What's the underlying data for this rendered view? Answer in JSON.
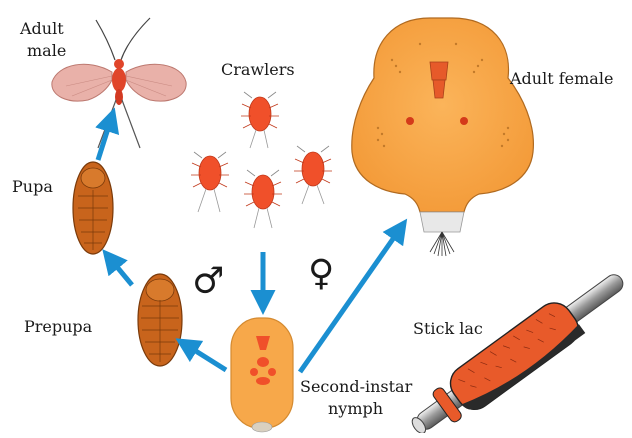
{
  "labels": {
    "adult_male_line1": "Adult",
    "adult_male_line2": "male",
    "crawlers": "Crawlers",
    "adult_female": "Adult female",
    "pupa": "Pupa",
    "prepupa": "Prepupa",
    "second_instar_line1": "Second-instar",
    "second_instar_line2": "nymph",
    "stick_lac": "Stick lac",
    "male_symbol": "♂",
    "female_symbol": "♀"
  },
  "colors": {
    "arrow": "#1b8fd1",
    "crawler": "#f0502a",
    "female_body": "#f7a84a",
    "pupa_body": "#c8641c",
    "lac_coating": "#e85a2a",
    "wing": "#e7a9a0"
  }
}
